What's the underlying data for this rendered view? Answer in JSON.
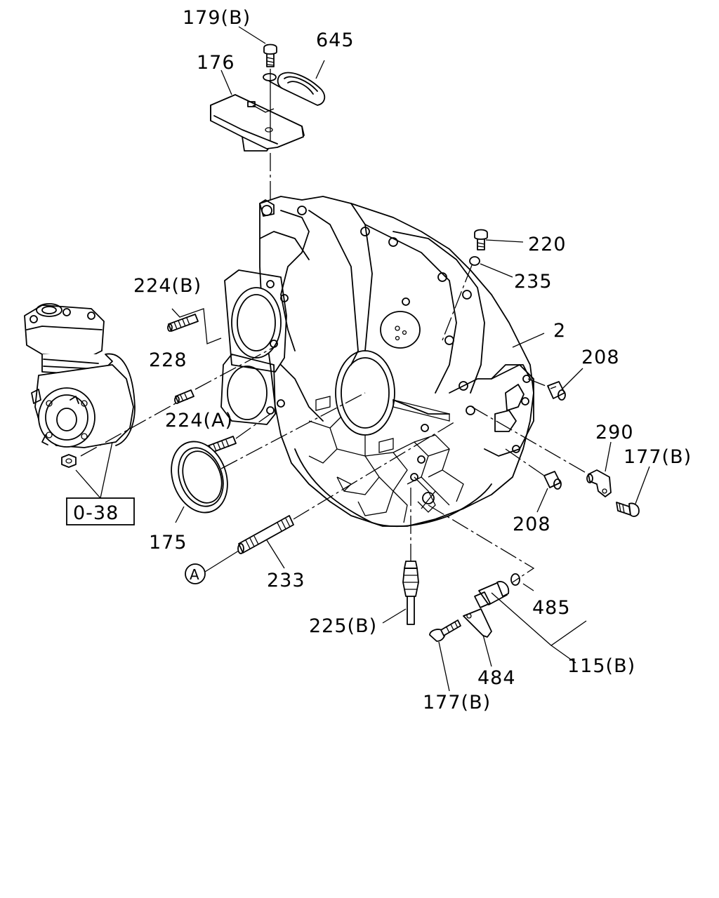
{
  "labels": {
    "p179b_top": "179(B)",
    "p645": "645",
    "p176": "176",
    "p220": "220",
    "p235": "235",
    "p224b": "224(B)",
    "p2": "2",
    "p208_upper": "208",
    "p228": "228",
    "p290": "290",
    "p177b_right": "177(B)",
    "p224a": "224(A)",
    "p208_lower": "208",
    "ref_038": "0-38",
    "p175": "175",
    "ref_a": "A",
    "p233": "233",
    "p485": "485",
    "p225b": "225(B)",
    "p115b": "115(B)",
    "p484": "484",
    "p177b_bottom": "177(B)"
  }
}
